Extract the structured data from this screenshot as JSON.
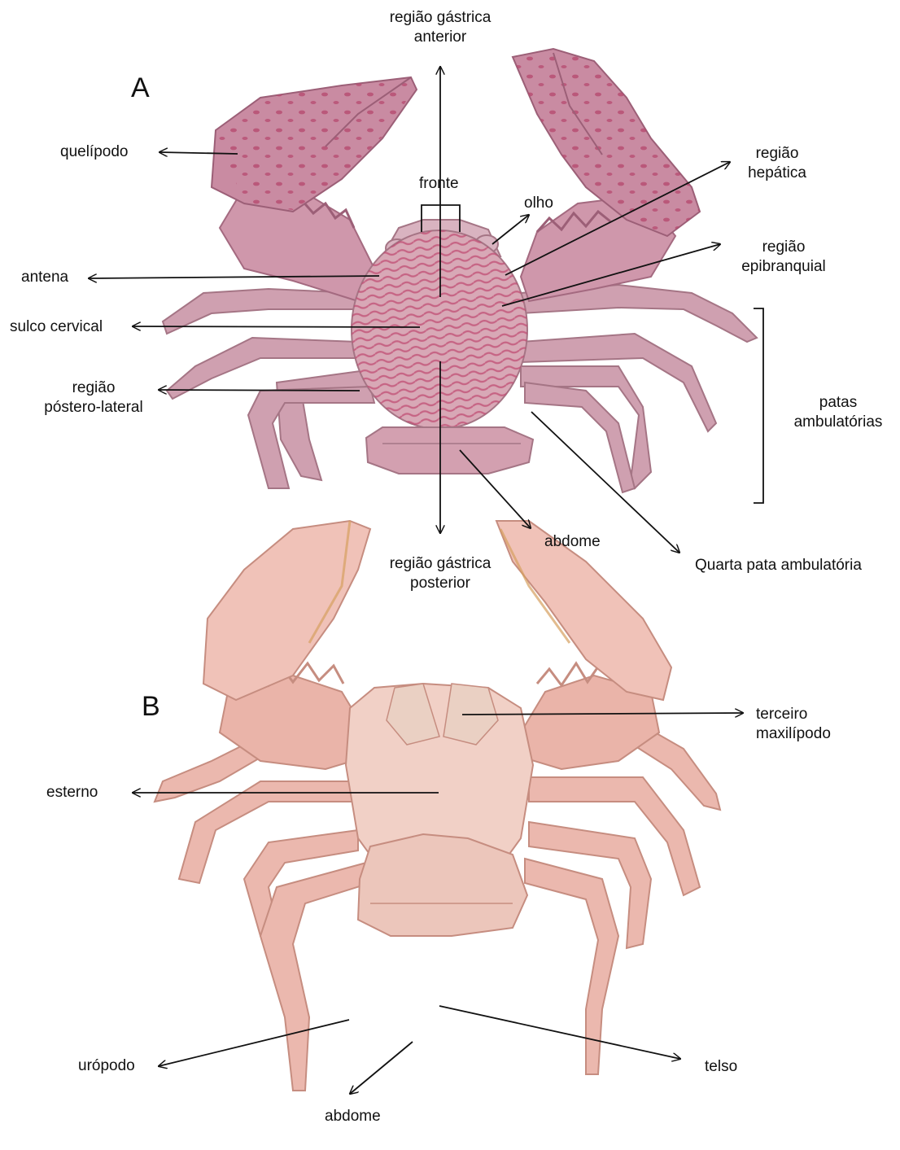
{
  "panels": {
    "a": "A",
    "b": "B"
  },
  "labels_a": {
    "regiao_gastrica_anterior": "região gástrica\nanterior",
    "queliopodo": "quelípodo",
    "fronte": "fronte",
    "olho": "olho",
    "regiao_hepatica": "região\nhepática",
    "regiao_epibranquial": "região\nepibranquial",
    "antena": "antena",
    "sulco_cervical": "sulco cervical",
    "regiao_postero_lateral": "região\npóstero-lateral",
    "patas_ambulatorias": "patas\nambulatórias",
    "abdome": "abdome",
    "regiao_gastrica_posterior": "região gástrica\nposterior",
    "quarta_pata": "Quarta pata ambulatória"
  },
  "labels_b": {
    "terceiro_maxilipodo": "terceiro\nmaxilípodo",
    "esterno": "esterno",
    "uropodo": "urópodo",
    "telso": "telso",
    "abdome": "abdome"
  },
  "colors": {
    "crab_a_body": "#d9a7b4",
    "crab_a_spots": "#b03a62",
    "crab_b_body": "#efc4bc",
    "crab_b_shadow": "#d39a8c",
    "line": "#111111"
  }
}
